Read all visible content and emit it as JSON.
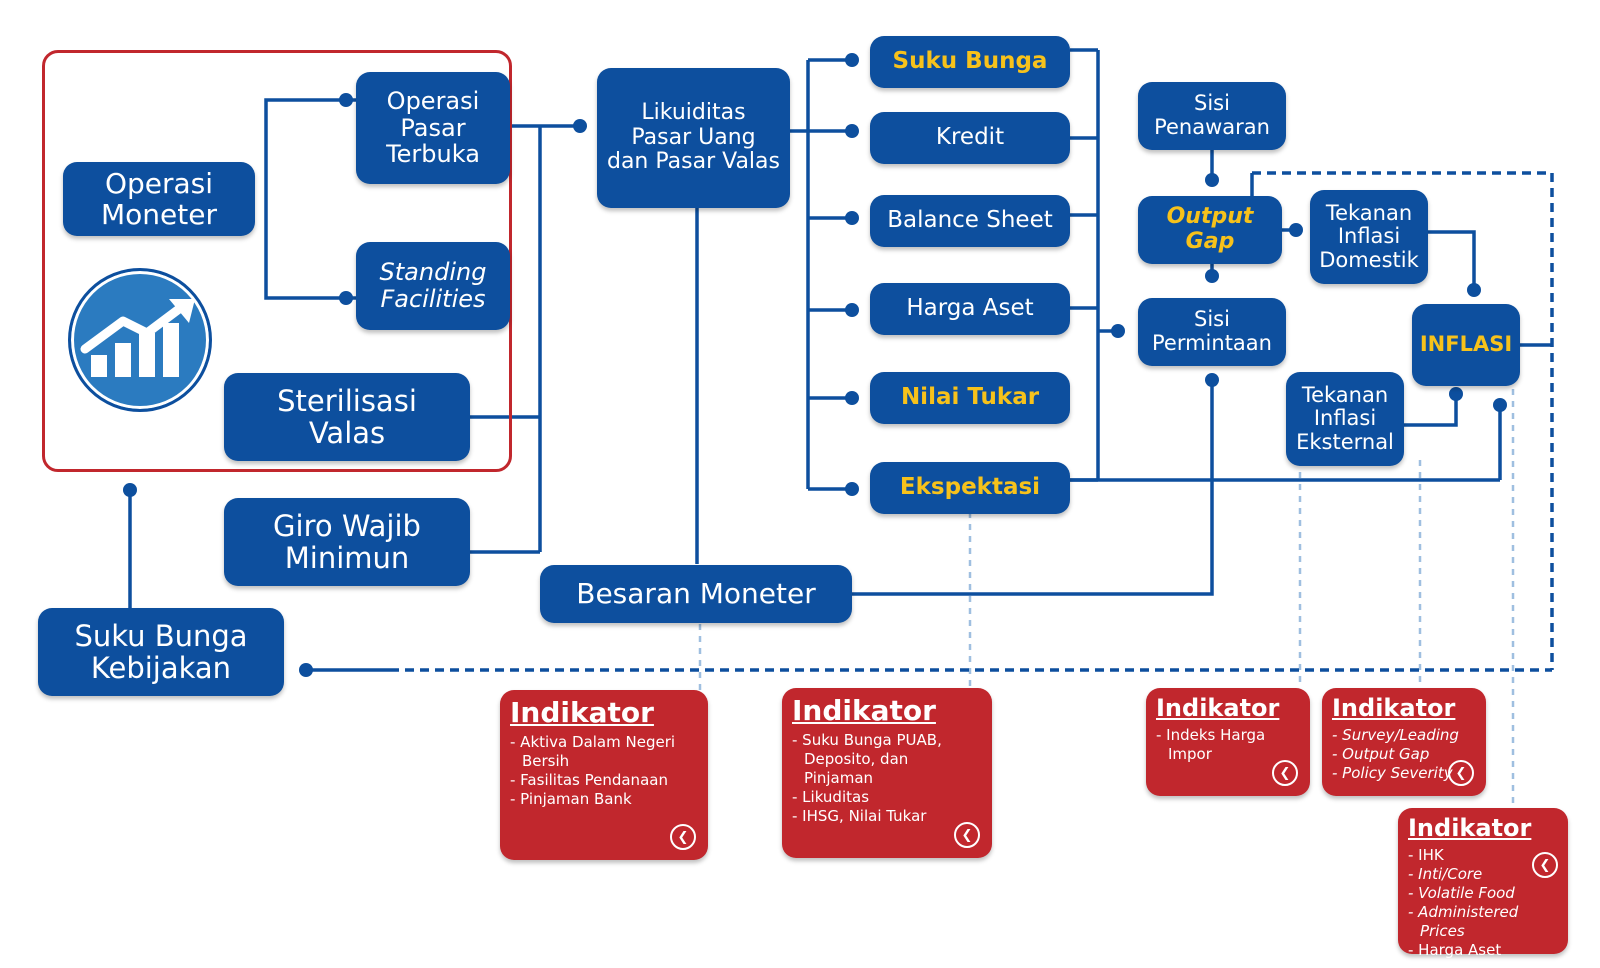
{
  "colors": {
    "node_blue": "#0d4f9e",
    "highlight_yellow": "#f7c21b",
    "indicator_red": "#c1272d",
    "logo_blue": "#2b7bc0"
  },
  "nodes": {
    "operasi_moneter": [
      "Operasi",
      "Moneter"
    ],
    "operasi_pasar_terbuka": [
      "Operasi",
      "Pasar",
      "Terbuka"
    ],
    "standing_facilities": [
      "Standing",
      "Facilities"
    ],
    "sterilisasi_valas": [
      "Sterilisasi",
      "Valas"
    ],
    "giro_wajib_minimum": [
      "Giro Wajib",
      "Minimun"
    ],
    "suku_bunga_kebijakan": [
      "Suku Bunga",
      "Kebijakan"
    ],
    "likuiditas": [
      "Likuiditas",
      "Pasar Uang",
      "dan Pasar Valas"
    ],
    "besaran_moneter": "Besaran Moneter",
    "suku_bunga": "Suku Bunga",
    "kredit": "Kredit",
    "balance_sheet": "Balance Sheet",
    "harga_aset": "Harga Aset",
    "nilai_tukar": "Nilai Tukar",
    "ekspektasi": "Ekspektasi",
    "sisi_penawaran": [
      "Sisi",
      "Penawaran"
    ],
    "output_gap": [
      "Output",
      "Gap"
    ],
    "sisi_permintaan": [
      "Sisi",
      "Permintaan"
    ],
    "tekanan_inflasi_domestik": [
      "Tekanan",
      "Inflasi",
      "Domestik"
    ],
    "tekanan_inflasi_eksternal": [
      "Tekanan",
      "Inflasi",
      "Eksternal"
    ],
    "inflasi": "INFLASI"
  },
  "logo_icon": "chart-growth-icon",
  "back_icon": "arrow-left-circle-icon",
  "indicators": [
    {
      "title": "Indikator",
      "items": [
        "- Aktiva Dalam Negeri Bersih",
        "- Fasilitas Pendanaan",
        "- Pinjaman Bank"
      ]
    },
    {
      "title": "Indikator",
      "items": [
        "- Suku Bunga PUAB, Deposito, dan Pinjaman",
        "- Likuditas",
        "- IHSG, Nilai Tukar"
      ]
    },
    {
      "title": "Indikator",
      "items": [
        "- Indeks Harga Impor"
      ]
    },
    {
      "title": "Indikator",
      "items": [
        "- Survey/Leading",
        "- Output Gap",
        "- Policy Severity"
      ]
    },
    {
      "title": "Indikator",
      "items": [
        "- IHK",
        "- Inti/Core",
        "- Volatile Food",
        "- Administered Prices",
        "- Harga Aset"
      ]
    }
  ]
}
